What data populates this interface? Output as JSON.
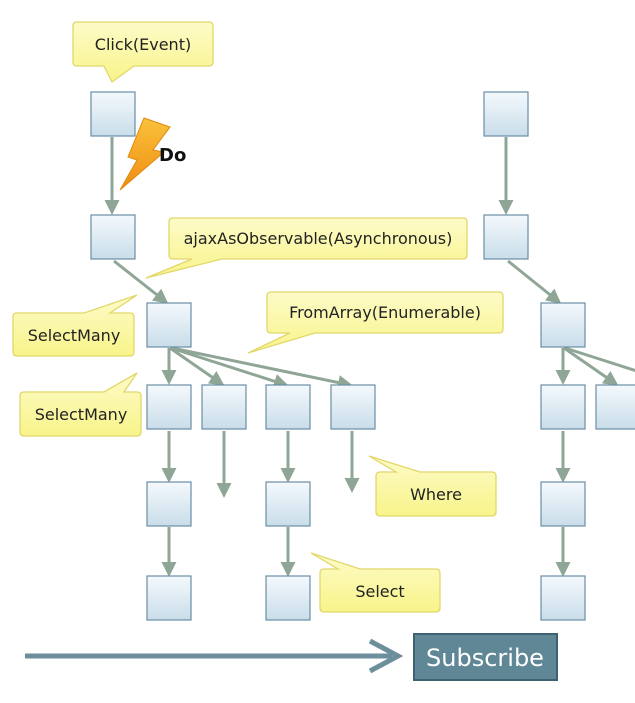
{
  "callouts": {
    "click": "Click(Event)",
    "ajax": "ajaxAsObservable(Asynchronous)",
    "from_array": "FromArray(Enumerable)",
    "select_many_1": "SelectMany",
    "select_many_2": "SelectMany",
    "where": "Where",
    "select": "Select"
  },
  "do_label": "Do",
  "subscribe_label": "Subscribe",
  "colors": {
    "node_fill_top": "#f4f9fd",
    "node_fill_bottom": "#c9dde9",
    "node_stroke": "#6a8ea6",
    "arrow": "#8fa696",
    "callout_fill": "#fcf9a8",
    "callout_stroke": "#e2d76a",
    "subscribe_fill": "#5f8796",
    "subscribe_stroke": "#3e6270",
    "subscribe_arrow": "#6d8e9b",
    "lightning": "#f2a51f"
  }
}
